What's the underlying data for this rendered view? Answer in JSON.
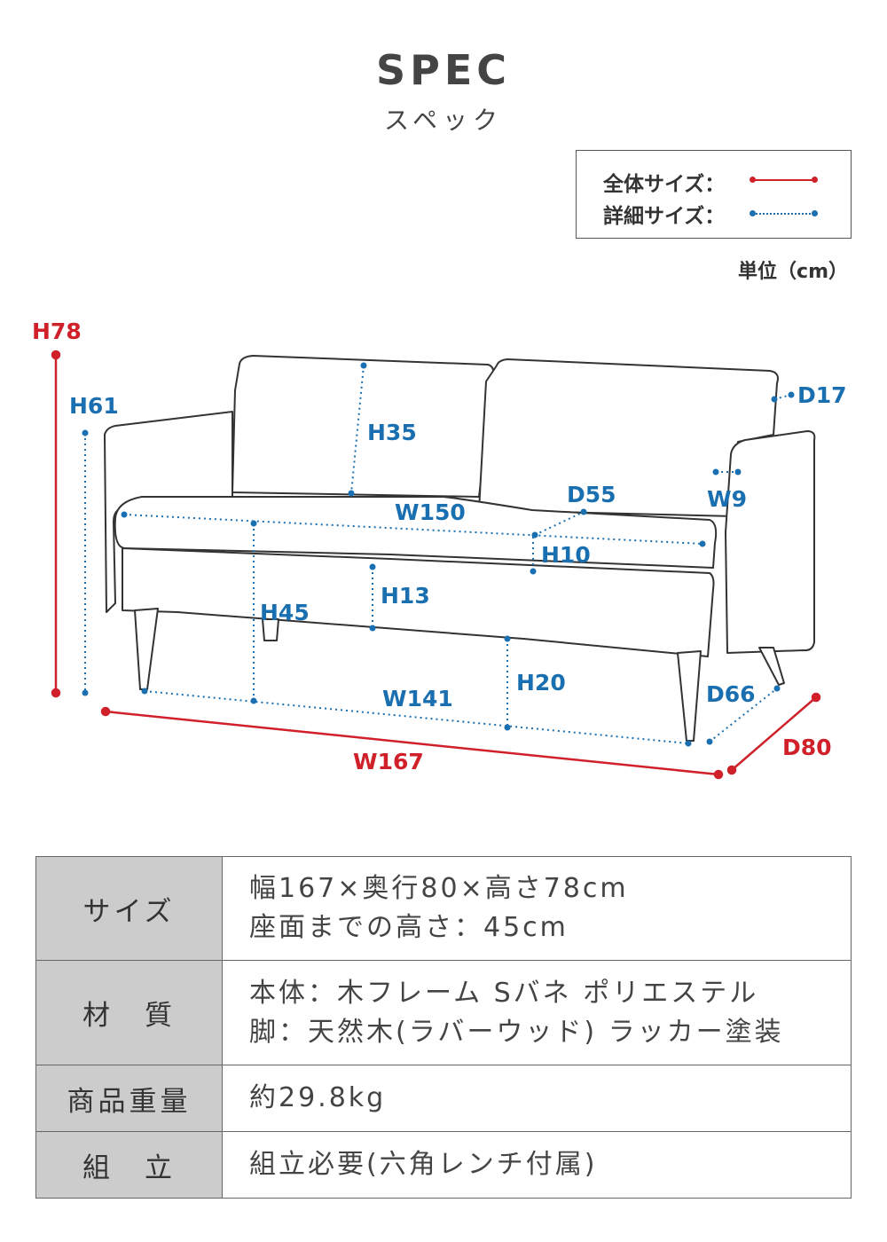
{
  "header": {
    "title": "SPEC",
    "subtitle": "スペック"
  },
  "legend": {
    "overall_label": "全体サイズ：",
    "detail_label": "詳細サイズ：",
    "overall_color": "#d0202a",
    "detail_color": "#1a6fb0"
  },
  "unit_label": "単位（cm）",
  "dimensions": {
    "overall": {
      "height": "H78",
      "width": "W167",
      "depth": "D80"
    },
    "detail": {
      "arm_height": "H61",
      "back_cushion_height": "H35",
      "arm_depth": "D17",
      "seat_depth": "D55",
      "arm_width": "W9",
      "seat_width": "W150",
      "seat_cushion_height": "H10",
      "frame_height": "H13",
      "seat_height": "H45",
      "leg_height": "H20",
      "leg_width": "W141",
      "leg_depth": "D66"
    }
  },
  "spec_table": [
    {
      "label": "サイズ",
      "lines": [
        "幅167×奥行80×高さ78cm",
        "座面までの高さ：45cm"
      ]
    },
    {
      "label": "材　質",
      "lines": [
        "本体：木フレーム Sバネ ポリエステル",
        "脚：天然木(ラバーウッド) ラッカー塗装"
      ]
    },
    {
      "label": "商品重量",
      "lines": [
        "約29.8kg"
      ]
    },
    {
      "label": "組　立",
      "lines": [
        "組立必要(六角レンチ付属)"
      ]
    }
  ]
}
